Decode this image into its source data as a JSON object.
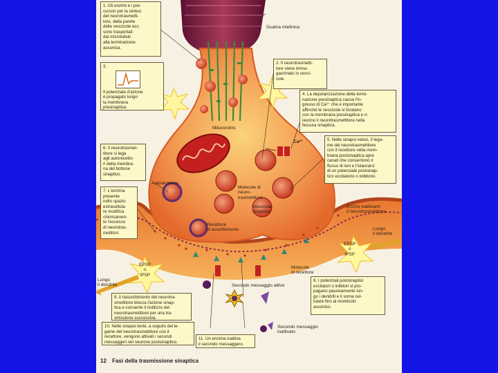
{
  "slide": {
    "background": "#1414e6",
    "page_number": "12",
    "footer_title": "Fasi della trasmissione sinaptica"
  },
  "labels": {
    "guaina": "Guaina mielinica",
    "mitocondrio": "Mitocondrio",
    "ca": "Ca²⁺",
    "autorecettore": "Autorecettore",
    "molecole_neuro": "Molecole di\nneuro-\ntrasmettitore",
    "vescicola": "Vescicola\nsinaptica",
    "recettore_assorb": "Recettore\ndi assorbimento",
    "enzimi_inattivanti": "Enzimi inattivanti\nil neurotrasmettitore",
    "lungo_dendrite_right": "Lungo\nil dendrite",
    "epsp_right": "EPSP\no\nIPSP",
    "epsp_left": "EPSP\no\nIPSP",
    "lungo_dendrite_left": "Lungo\nil dendrite",
    "molecole_recettore": "Molecole\ndi recettore",
    "secondo_attivo": "Secondo messaggio attivo",
    "secondo_inattivato": "Secondo messaggio\ninattivato"
  },
  "boxes": {
    "b1": "1. Gli enzimi e i pre-\ncursori per la sintesi\ndel neurotrasmetti-\ntore, della parete\ndelle vescicole ecc.\nsono trasportati\ndai microtubuli\nalla terminazione\nassonica.",
    "b2": "2. Il neurotrasmetti-\ntore viene imma-\ngazzinato in vesci-\ncole.",
    "b3_num": "3.",
    "b3": "Il potenziale d'azione\nè propagato lungo\nla membrana\npresinaptica.",
    "b4": "4. La depolarizzazione della termi-\nnazione presinaptica causa l'in-\ngresso di Ca²⁺ che è importante\naffinché le vescicole si fondano\ncon la membrana presinaptica e ri-\nlascino il neurotrasmettitore nella\nfessura sinaptica.",
    "b5": "5. Nelle sinapsi veloci, il lega-\nme del neurotrasmettitore\ncon il recettore nella mem-\nbrana postsinaptica apre\ncanali che consentono il\nflusso di ioni e l'istaurarsi\ndi un potenziale postsinap-\ntico eccitatorio o inibitorio.",
    "b6": "6. Il neurotrasmet-\ntitore si lega\nagli autorecetto-\nri della membra-\nna del bottone\nsinaptico.",
    "b7": "7. L'enzima\npresente\nnello spazio\nextracellula-\nre modifica\nchimicamen-\nte l'eccesso\ndi neurotras-\nmettitori.",
    "b8": "8. I potenziali postsinaptici\neccitatori o inibitori si pro-\npagano passivamente lun-\ngo i dendriti e il soma cel-\nlulare fino al monticolo\nassonico.",
    "b9": "9. Il riassorbimento del neurotra-\nsmettitore blocca l'azione sinap-\ntica e consente il riutilizzo del\nneurotrasmettitore per una tra-\nsmissione successiva.",
    "b10": "10. Nelle sinapsi lente, a seguito del le-\ngame del neurotrasmettitore con il\nrecettore, vengono attivati i secondi\nmessaggeri nel neurone postsinaptico.",
    "b11": "11. Un enzima inattiva\nil secondo messaggero."
  },
  "colors": {
    "terminal": "#f08a4b",
    "terminal_light": "#f8c06a",
    "axon_dark": "#7a1f3a",
    "postsynaptic": "#e8762e",
    "vesicle": "#d2452a",
    "mito": "#c42020",
    "callout_fill": "#fdf8c8"
  }
}
